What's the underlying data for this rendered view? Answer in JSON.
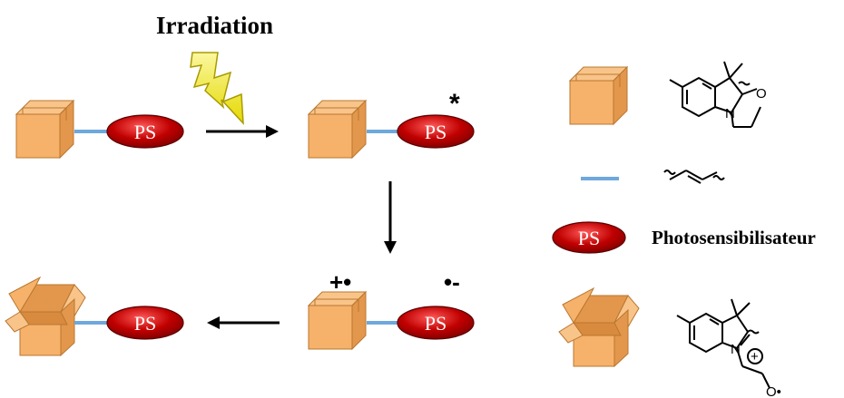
{
  "title": "Irradiation",
  "ps_label": "PS",
  "legend": {
    "ps_name": "Photosensibilisateur"
  },
  "states": {
    "excited_marker": "*",
    "radical_cation": "+•",
    "radical_anion": "•-"
  },
  "chem": {
    "closed_heteroatom_o": "O",
    "closed_heteroatom_n": "N",
    "open_heteroatom_n": "N",
    "open_plus": "+",
    "open_oxygen_radical": "O•"
  },
  "colors": {
    "box_front": "#F6B26B",
    "box_top": "#F9C48A",
    "box_side": "#E3974D",
    "box_edge": "#B9772F",
    "linker": "#6FA8DC",
    "ps_fill": "#C00000",
    "bolt": "#F2EA1E"
  }
}
